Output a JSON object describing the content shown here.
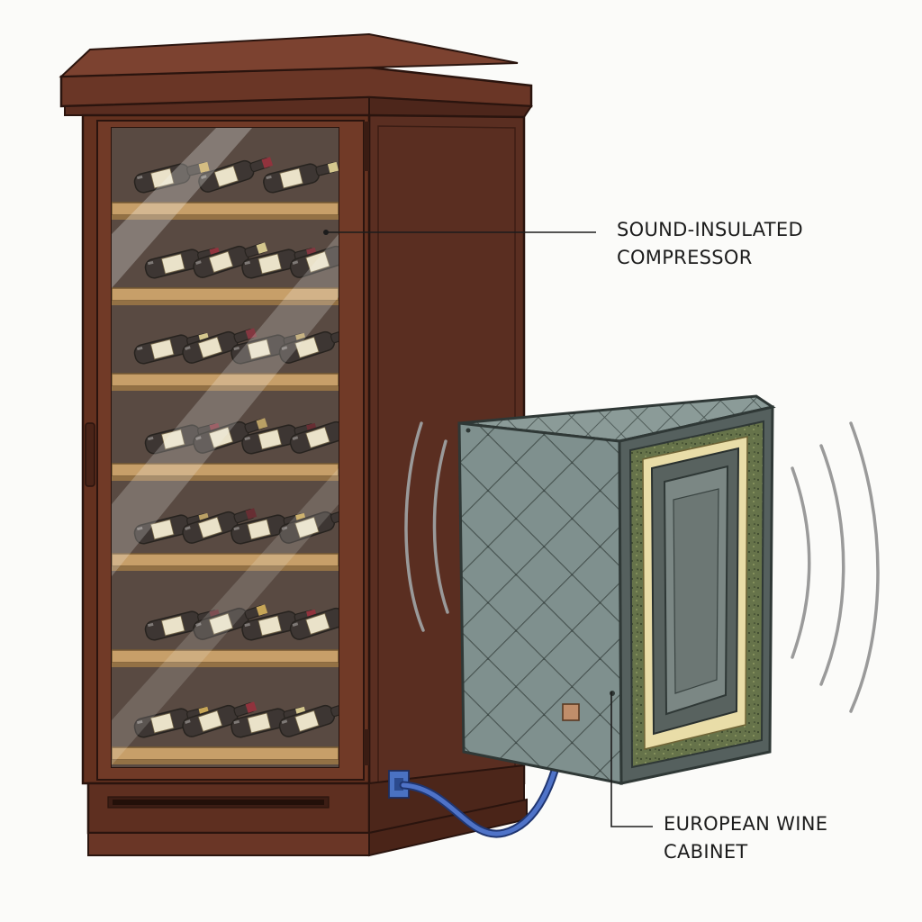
{
  "callouts": {
    "compressor": [
      "SOUND-INSULATED",
      "COMPRESSOR"
    ],
    "cabinet": [
      "EUROPEAN WINE",
      "CABINET"
    ]
  },
  "colors": {
    "cabinet_wood": "#5c2e22",
    "cabinet_wood_light": "#7a3f2d",
    "glass_tint": "#c9c2b6",
    "shelf_wood": "#c89a5f",
    "bottle_dark": "#2b2321",
    "label_cream": "#efe6cc",
    "enclosure_fill": "#7e8f8d",
    "enclosure_edge": "#3a4442",
    "foam_liner": "#6f7a4a",
    "foam_inner": "#eadfae",
    "cable_blue": "#3654a8",
    "sound_wave": "#9a9a9a",
    "leader_line": "#1c1c1c"
  },
  "icons": [
    "wine-bottle-icon",
    "power-outlet-icon",
    "sound-wave-icon"
  ]
}
